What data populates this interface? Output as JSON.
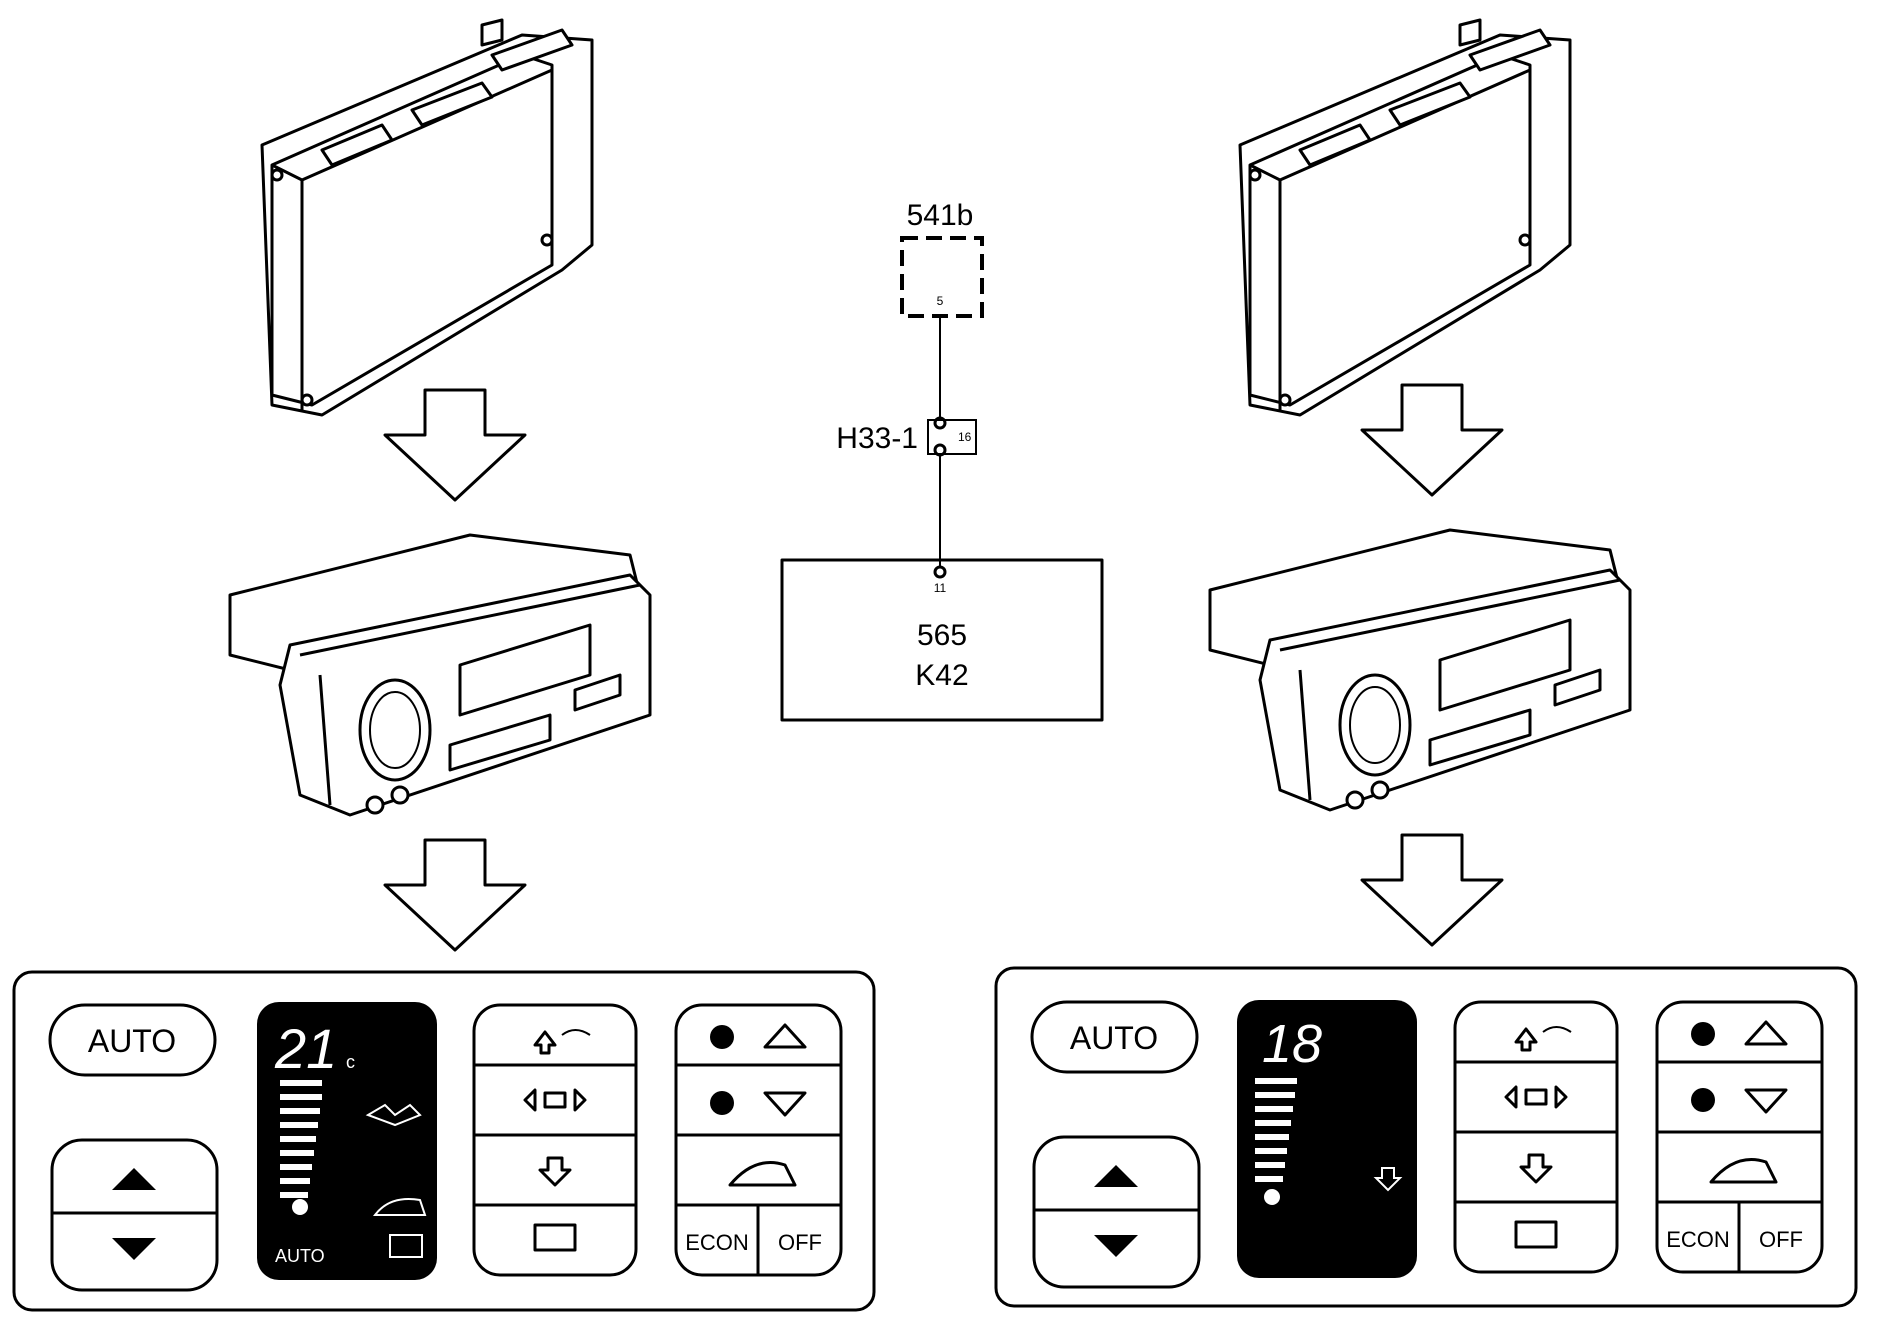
{
  "diagram": {
    "schematic": {
      "component_top": "541b",
      "component_top_pin": "5",
      "connector_label": "H33-1",
      "connector_pin": "16",
      "module_pin": "11",
      "module_line1": "565",
      "module_line2": "K42"
    },
    "left_panel": {
      "auto_button": "AUTO",
      "temp_display": "21",
      "temp_unit": "c",
      "mode_text": "AUTO",
      "econ_button": "ECON",
      "off_button": "OFF"
    },
    "right_panel": {
      "auto_button": "AUTO",
      "temp_display": "18",
      "econ_button": "ECON",
      "off_button": "OFF"
    },
    "colors": {
      "line": "#000000",
      "background": "#ffffff",
      "display_bg": "#000000"
    }
  }
}
